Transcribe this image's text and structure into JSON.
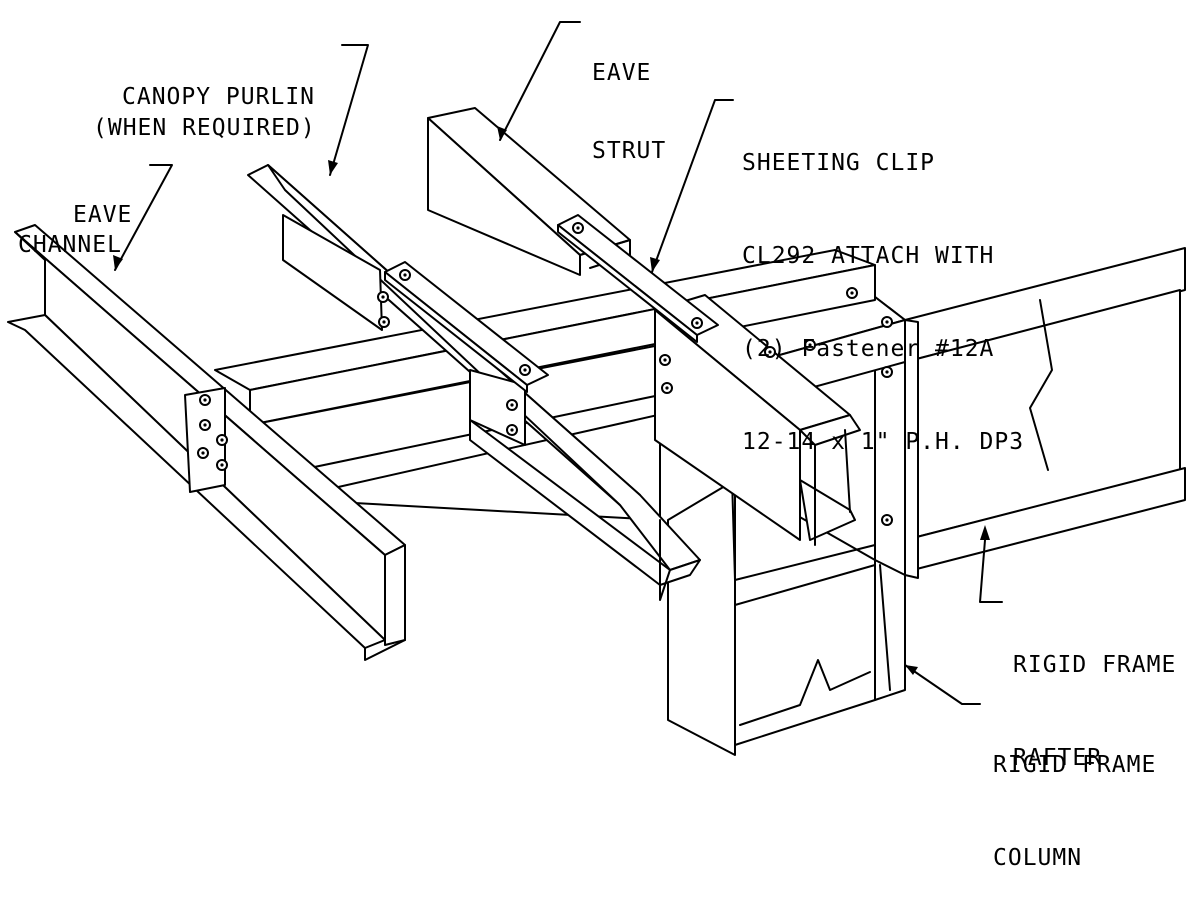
{
  "labels": {
    "eave_strut": [
      "EAVE",
      "STRUT"
    ],
    "canopy_purlin": [
      "CANOPY PURLIN",
      "(WHEN REQUIRED)"
    ],
    "eave_channel": [
      "EAVE",
      "CHANNEL"
    ],
    "sheeting_clip": [
      "SHEETING CLIP",
      "CL292 ATTACH WITH",
      "(2) Fastener #12A",
      "12-14 x 1\" P.H. DP3"
    ],
    "rigid_frame_rafter": [
      "RIGID FRAME",
      "RAFTER"
    ],
    "rigid_frame_column": [
      "RIGID FRAME",
      "COLUMN"
    ]
  },
  "colors": {
    "line": "#000000",
    "background": "#ffffff"
  }
}
